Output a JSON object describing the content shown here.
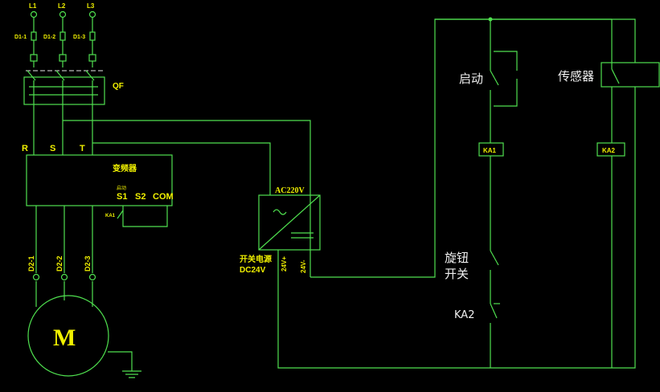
{
  "phases": [
    "L1",
    "L2",
    "L3"
  ],
  "fuses_top": [
    "D1-1",
    "D1-2",
    "D1-3"
  ],
  "breaker_label": "QF",
  "inverter": {
    "title": "变频器",
    "inputs": [
      "R",
      "S",
      "T"
    ],
    "start_small": "启动",
    "terminals": [
      "S1",
      "S2",
      "COM"
    ],
    "relay_contact": "KA1"
  },
  "fuses_bottom": [
    "D2-1",
    "D2-2",
    "D2-3"
  ],
  "motor_label": "M",
  "psu": {
    "input": "AC220V",
    "name": "开关电源",
    "output": "DC24V",
    "plus": "24V+",
    "minus": "24V-"
  },
  "control": {
    "start_button": "启动",
    "sensor": "传感器",
    "coil1": "KA1",
    "coil2": "KA2",
    "rotary_line1": "旋钮",
    "rotary_line2": "开关",
    "ka2_contact": "KA2"
  },
  "colors": {
    "wire": "#4fe04f",
    "label": "#f0f000",
    "text": "#f0f0f0",
    "background": "#000000"
  }
}
